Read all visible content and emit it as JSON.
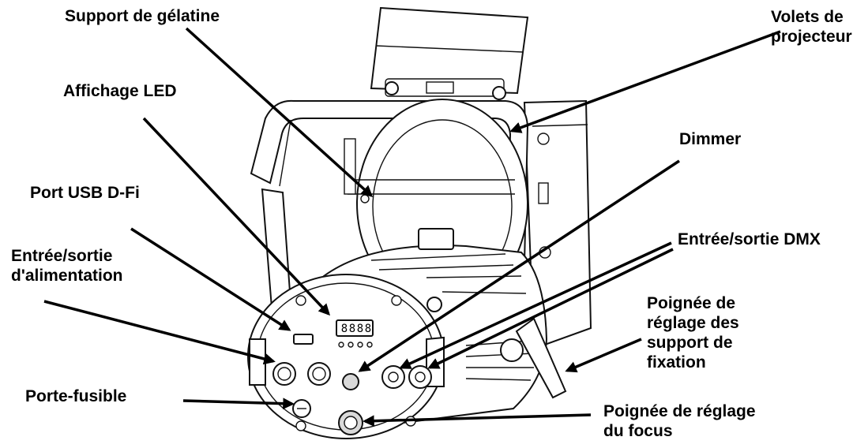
{
  "labels": {
    "gel_holder": "Support de gélatine",
    "barn_doors": [
      "Volets de",
      "projecteur"
    ],
    "led_display": "Affichage LED",
    "dimmer": "Dimmer",
    "usb_port": "Port USB D-Fi",
    "power_io": [
      "Entrée/sortie",
      "d'alimentation"
    ],
    "dmx_io": "Entrée/sortie DMX",
    "yoke_handle": [
      "Poignée de",
      "réglage des",
      "support de",
      "fixation"
    ],
    "fuse_holder": "Porte-fusible",
    "focus_knob": [
      "Poignée de réglage",
      "du focus"
    ]
  },
  "display_digits": [
    "8",
    "8",
    "8",
    "8"
  ]
}
